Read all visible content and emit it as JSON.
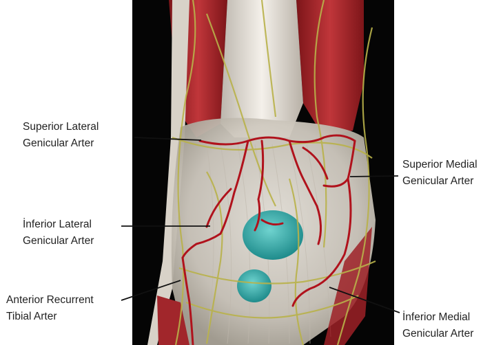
{
  "labels": {
    "superior_lateral": {
      "line1": "Superior Lateral",
      "line2": "Genicular Arter"
    },
    "inferior_lateral": {
      "line1": "İnferior Lateral",
      "line2": "Genicular Arter"
    },
    "anterior_recurrent": {
      "line1": "Anterior Recurrent",
      "line2": "Tibial Arter"
    },
    "superior_medial": {
      "line1": "Superior Medial",
      "line2": "Genicular Arter"
    },
    "inferior_medial": {
      "line1": "İnferior Medial",
      "line2": "Genicular Arter"
    }
  },
  "colors": {
    "background": "#000000",
    "muscle": "#a8232a",
    "tendon": "#e9e4dc",
    "artery": "#b0121c",
    "nerve": "#b9b24a",
    "patella_highlight": "#3fb2b0",
    "leader_line": "#111111"
  }
}
